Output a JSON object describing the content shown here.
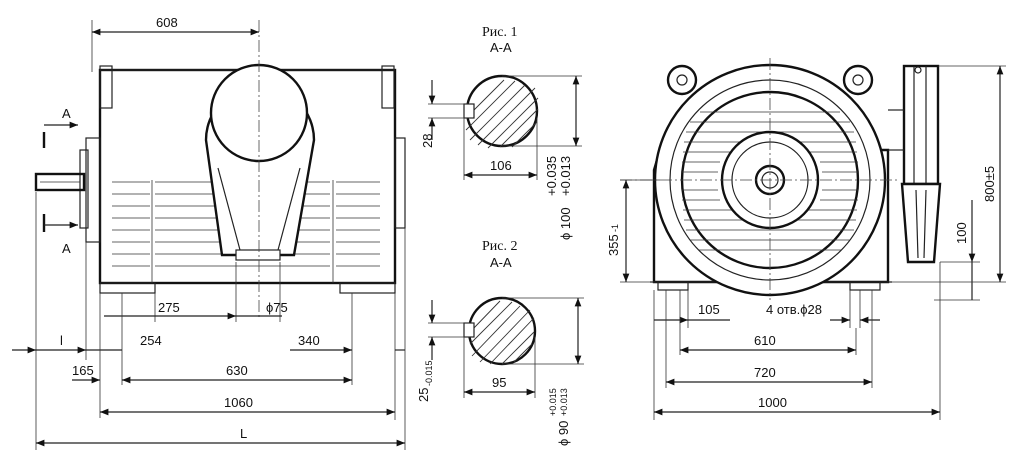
{
  "figures": {
    "fig1_title": "Рис. 1",
    "fig1_section": "А-А",
    "fig2_title": "Рис. 2",
    "fig2_section": "А-А"
  },
  "side_view": {
    "section_mark_top": "А",
    "section_mark_bottom": "А",
    "dim_608": "608",
    "dim_275": "275",
    "dim_phi75": "ϕ75",
    "dim_l": "l",
    "dim_254": "254",
    "dim_340": "340",
    "dim_165": "165",
    "dim_630": "630",
    "dim_1060": "1060",
    "dim_L": "L"
  },
  "section_1": {
    "dim_28": "28",
    "dim_106": "106",
    "dim_phi100": "ϕ 100",
    "tol_upper": "+0.035",
    "tol_lower": "+0.013"
  },
  "section_2": {
    "dim_25": "25",
    "dim_25_tol": "-0.015",
    "dim_95": "95",
    "dim_phi90": "ϕ 90",
    "tol_upper": "+0.015",
    "tol_lower": "+0.013"
  },
  "end_view": {
    "dim_355": "355",
    "dim_355_tol": "-1",
    "dim_100": "100",
    "dim_800": "800±5",
    "dim_105": "105",
    "dim_holes": "4 отв.ϕ28",
    "dim_610": "610",
    "dim_720": "720",
    "dim_1000": "1000"
  }
}
